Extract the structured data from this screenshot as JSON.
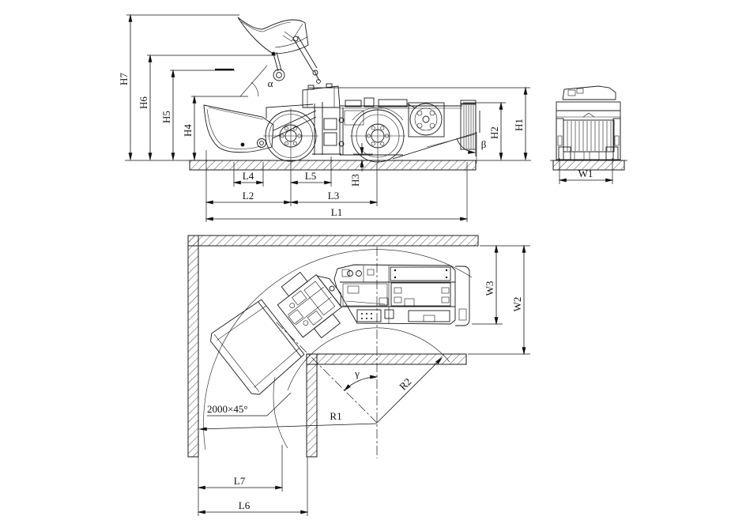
{
  "side_view": {
    "heights": {
      "h1": "H1",
      "h2": "H2",
      "h3": "H3",
      "h4": "H4",
      "h5": "H5",
      "h6": "H6",
      "h7": "H7"
    },
    "lengths": {
      "l1": "L1",
      "l2": "L2",
      "l3": "L3",
      "l4": "L4",
      "l5": "L5"
    },
    "angles": {
      "alpha": "α",
      "beta": "β"
    }
  },
  "front_view": {
    "width": "W1"
  },
  "plan_view": {
    "widths": {
      "w2": "W2",
      "w3": "W3"
    },
    "lengths": {
      "l6": "L6",
      "l7": "L7"
    },
    "radii": {
      "r1": "R1",
      "r2": "R2"
    },
    "angle_gamma": "γ",
    "chamfer_note": "2000×45°"
  }
}
